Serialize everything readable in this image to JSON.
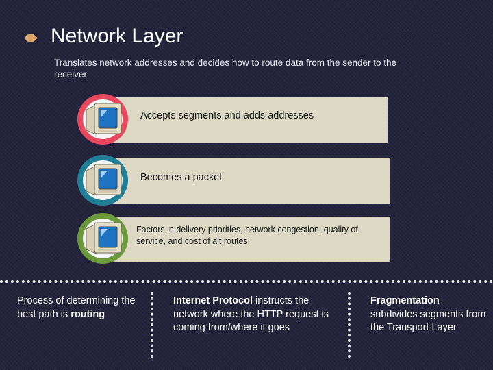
{
  "header": {
    "title": "Network Layer",
    "subtitle": "Translates network addresses and decides how to route data from the sender to the receiver"
  },
  "rows": [
    {
      "text": "Accepts segments and adds addresses",
      "circle_color": "#e8485d",
      "icon": "computer-monitor-icon"
    },
    {
      "text": "Becomes a packet",
      "circle_color": "#1f7f96",
      "icon": "computer-monitor-icon"
    },
    {
      "text": "Factors in delivery priorities, network congestion, quality of service, and cost of alt routes",
      "circle_color": "#6a9a3c",
      "icon": "computer-monitor-icon"
    }
  ],
  "columns": [
    {
      "text_1": "Process of determining the best path is ",
      "bold_1": "routing"
    },
    {
      "bold_1": "Internet Protocol",
      "text_1": " instructs the network where the HTTP request is coming from/where it goes"
    },
    {
      "bold_1": "Fragmentation",
      "text_1": " subdivides segments from the Transport Layer"
    }
  ],
  "colors": {
    "background": "#23243c",
    "box": "#ddd8c3",
    "bullet": "#d9a668"
  }
}
